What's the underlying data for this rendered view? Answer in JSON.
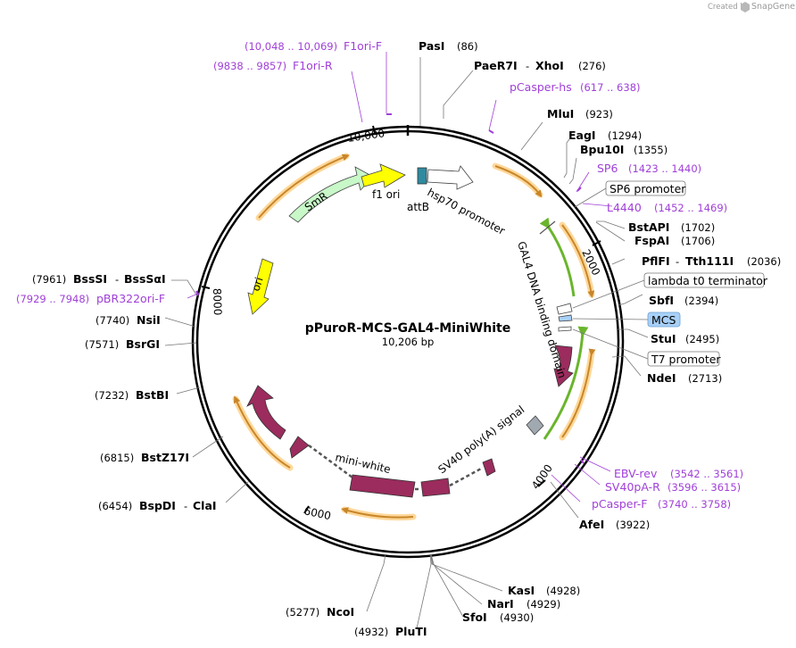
{
  "credit": {
    "prefix": "Created by",
    "brand": "SnapGene"
  },
  "plasmid": {
    "name": "pPuroR-MCS-GAL4-MiniWhite",
    "size": "10,206 bp"
  },
  "ticks": {
    "t2000": "2000",
    "t4000": "4000",
    "t6000": "6000",
    "t8000": "8000",
    "t10000": "10,000"
  },
  "enzymes": {
    "PasI": {
      "name": "PasI",
      "pos": "(86)"
    },
    "PaeR7I": {
      "name": "PaeR7I",
      "sep": "-",
      "name2": "XhoI",
      "pos": "(276)"
    },
    "MluI": {
      "name": "MluI",
      "pos": "(923)"
    },
    "EagI": {
      "name": "EagI",
      "pos": "(1294)"
    },
    "Bpu10I": {
      "name": "Bpu10I",
      "pos": "(1355)"
    },
    "BstAPI": {
      "name": "BstAPI",
      "pos": "(1702)"
    },
    "FspAI": {
      "name": "FspAI",
      "pos": "(1706)"
    },
    "PflFI": {
      "name": "PflFI",
      "sep": "-",
      "name2": "Tth111I",
      "pos": "(2036)"
    },
    "SbfI": {
      "name": "SbfI",
      "pos": "(2394)"
    },
    "StuI": {
      "name": "StuI",
      "pos": "(2495)"
    },
    "NdeI": {
      "name": "NdeI",
      "pos": "(2713)"
    },
    "AfeI": {
      "name": "AfeI",
      "pos": "(3922)"
    },
    "KasI": {
      "name": "KasI",
      "pos": "(4928)"
    },
    "NarI": {
      "name": "NarI",
      "pos": "(4929)"
    },
    "SfoI": {
      "name": "SfoI",
      "pos": "(4930)"
    },
    "PluTI": {
      "name": "PluTI",
      "pos": "(4932)"
    },
    "NcoI": {
      "name": "NcoI",
      "pos": "(5277)"
    },
    "BspDI": {
      "name": "BspDI",
      "sep": "-",
      "name2": "ClaI",
      "pos": "(6454)"
    },
    "BstZ17I": {
      "name": "BstZ17I",
      "pos": "(6815)"
    },
    "BstBI": {
      "name": "BstBI",
      "pos": "(7232)"
    },
    "BsrGI": {
      "name": "BsrGI",
      "pos": "(7571)"
    },
    "NsiI": {
      "name": "NsiI",
      "pos": "(7740)"
    },
    "BssSI": {
      "name": "BssSI",
      "sep": "-",
      "name2": "BssSαI",
      "pos": "(7961)"
    }
  },
  "primers": {
    "F1oriF": {
      "name": "F1ori-F",
      "pos": "(10,048 .. 10,069)"
    },
    "F1oriR": {
      "name": "F1ori-R",
      "pos": "(9838 .. 9857)"
    },
    "pCasperHs": {
      "name": "pCasper-hs",
      "pos": "(617 .. 638)"
    },
    "SP6": {
      "name": "SP6",
      "pos": "(1423 .. 1440)"
    },
    "L4440": {
      "name": "L4440",
      "pos": "(1452 .. 1469)"
    },
    "EBVrev": {
      "name": "EBV-rev",
      "pos": "(3542 .. 3561)"
    },
    "SV40pAR": {
      "name": "SV40pA-R",
      "pos": "(3596 .. 3615)"
    },
    "pCasperF": {
      "name": "pCasper-F",
      "pos": "(3740 .. 3758)"
    },
    "pBR322oriF": {
      "name": "pBR322ori-F",
      "pos": "(7929 .. 7948)"
    }
  },
  "boxed": {
    "sp6promoter": "SP6 promoter",
    "lambda": "lambda t0 terminator",
    "mcs": "MCS",
    "t7promoter": "T7 promoter"
  },
  "features": {
    "smr": "SmR",
    "f1ori": "f1 ori",
    "attb": "attB",
    "hsp70": "hsp70 promoter",
    "gal4": "GAL4 DNA binding domain",
    "ori": "ori",
    "miniwhite": "mini-white",
    "sv40": "SV40 poly(A) signal"
  },
  "colors": {
    "backbone": "#000000",
    "primer": "#a040d8",
    "smr": "#c8f7c8",
    "f1ori": "#ffff00",
    "ori": "#ffff00",
    "attb": "#2f8ba0",
    "gal4": "#9b2c5d",
    "miniwhite": "#9b2c5d",
    "sv40": "#a0a8b0",
    "orf": "#c8862a",
    "orfHalo": "#ffd89a",
    "greenArrow": "#6ab52c",
    "mcsBox": "#a8d0f8"
  }
}
